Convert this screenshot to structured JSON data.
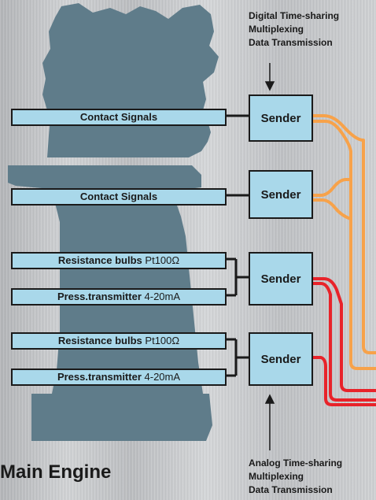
{
  "captions": {
    "digital": [
      "Digital Time-sharing",
      "Multiplexing",
      "Data Transmission"
    ],
    "analog": [
      "Analog Time-sharing",
      "Multiplexing",
      "Data Transmission"
    ]
  },
  "signals": {
    "contact_1": "Contact Signals",
    "contact_2": "Contact Signals",
    "resistance_1": {
      "label": "Resistance bulbs",
      "spec": "Pt100Ω"
    },
    "press_1": {
      "label": "Press.transmitter",
      "spec": "4-20mA"
    },
    "resistance_2": {
      "label": "Resistance bulbs",
      "spec": "Pt100Ω"
    },
    "press_2": {
      "label": "Press.transmitter",
      "spec": "4-20mA"
    }
  },
  "senders": [
    "Sender",
    "Sender",
    "Sender",
    "Sender"
  ],
  "engine_label": "Main Engine",
  "colors": {
    "engine": "#5f7c8a",
    "box_fill": "#a9d8ea",
    "orange_line": "#f7a24a",
    "red_line": "#e8232a",
    "connector": "#1a1a1a"
  }
}
